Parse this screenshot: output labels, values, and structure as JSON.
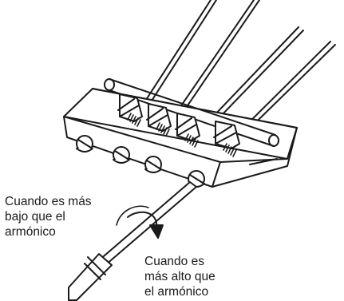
{
  "labels": {
    "lower": [
      "Cuando es más",
      "bajo que el",
      "armónico"
    ],
    "higher": [
      "Cuando es",
      "más alto que",
      "el armónico"
    ]
  },
  "figure": {
    "subject": "bass-bridge-saddle-adjustment",
    "string_count": 4,
    "screw_count": 4,
    "tool": "screwdriver",
    "line_color": "#1a1a1a",
    "background": "#ffffff"
  }
}
